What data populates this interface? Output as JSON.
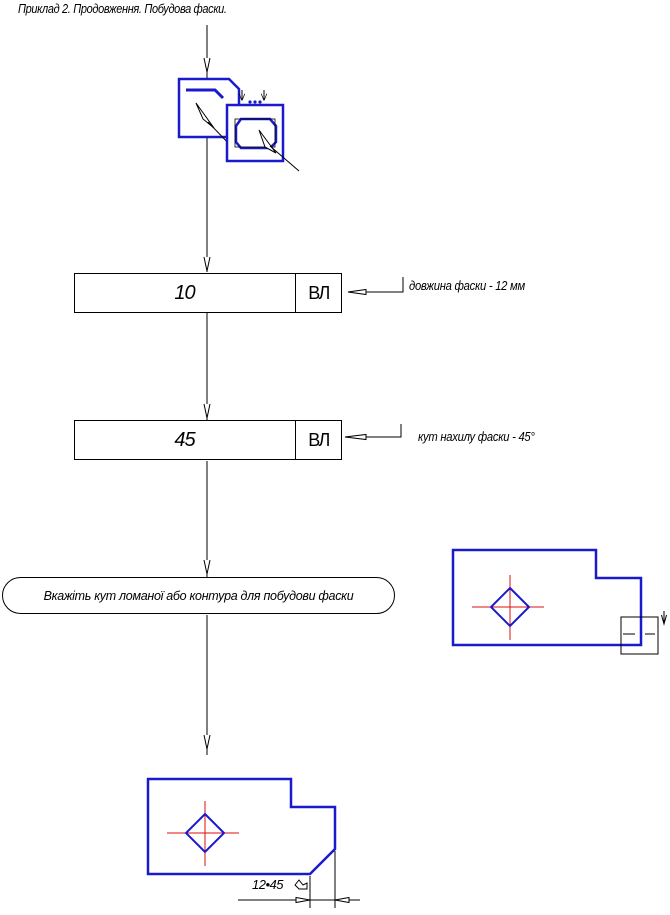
{
  "title": "Приклад 2. Продовження. Побудова фаски.",
  "fields": [
    {
      "value": "10",
      "button_label": "ВЛ",
      "note": "довжина фаски -  12 мм"
    },
    {
      "value": "45",
      "button_label": "ВЛ",
      "note": "кут нахилу фаски -  45°"
    }
  ],
  "prompt": "Вкажіть кут ломаної  або контура для побудови фаски",
  "dimension_label": "12•45",
  "colors": {
    "contour": "#1a1acc",
    "axis": "#dd1111",
    "line": "#000000"
  },
  "icons": [
    "chamfer-tool-icon",
    "chamfer-contour-tool-icon"
  ]
}
